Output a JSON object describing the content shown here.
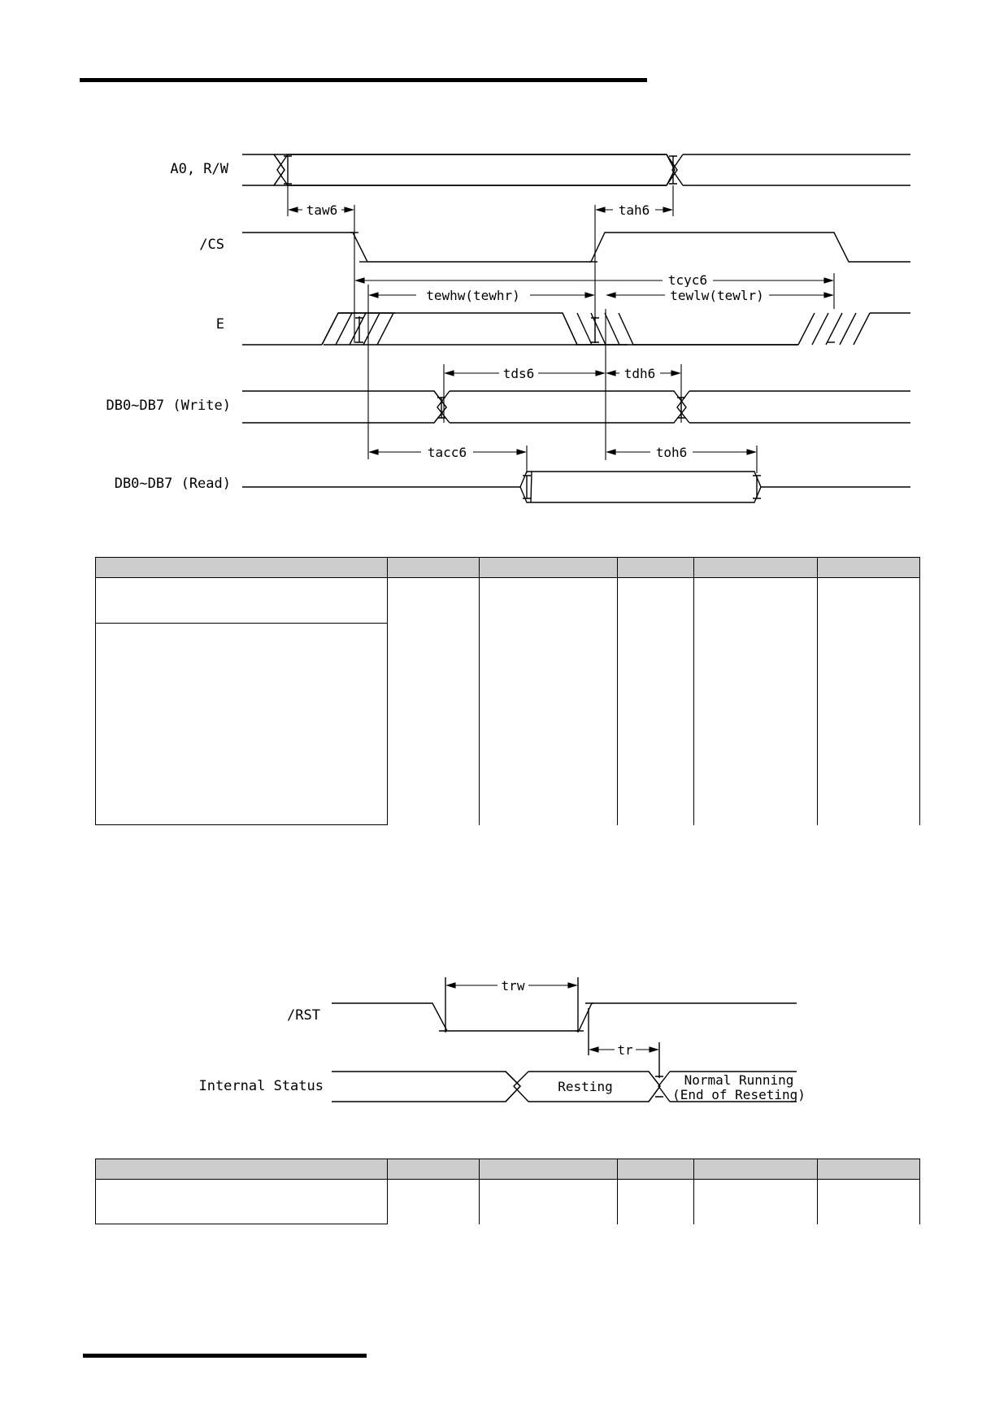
{
  "timing_diagram_1": {
    "signals": [
      "A0, R/W",
      "/CS",
      "E",
      "DB0~DB7 (Write)",
      "DB0~DB7 (Read)"
    ],
    "parameters": {
      "taw": "taw6",
      "tah": "tah6",
      "tcyc": "tcyc6",
      "tewh": "tewhw(tewhr)",
      "tewl": "tewlw(tewlr)",
      "tds": "tds6",
      "tdh": "tdh6",
      "tacc": "tacc6",
      "toh": "toh6"
    }
  },
  "timing_diagram_2": {
    "signals": [
      "/RST",
      "Internal Status"
    ],
    "parameters": {
      "trw": "trw",
      "tr": "tr"
    },
    "states": {
      "resting": "Resting",
      "normal_line1": "Normal Running",
      "normal_line2": "(End of Reseting)"
    }
  },
  "table1": {
    "column_count": 6
  },
  "table2": {
    "column_count": 6
  }
}
